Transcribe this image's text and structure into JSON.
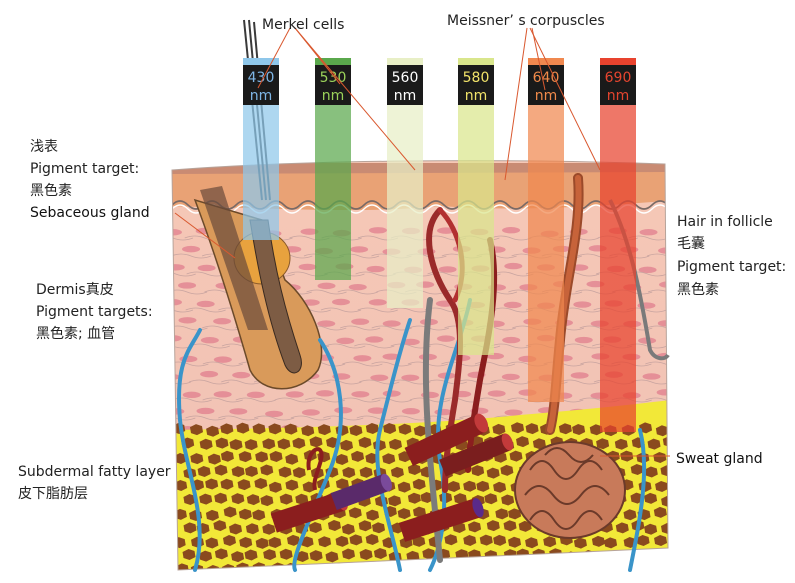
{
  "labels": {
    "merkel_cells": "Merkel cells",
    "meissner_corpuscles": "Meissner’ s corpuscles",
    "epidermis_cn": "浅表",
    "epidermis_pigment_target": "Pigment target:",
    "epidermis_pigment_cn": "黑色素",
    "sebaceous_gland": "Sebaceous gland",
    "dermis": "Dermis真皮",
    "dermis_pigment_targets": "Pigment targets:",
    "dermis_pigment_cn": "黑色素; 血管",
    "subdermal_fatty_layer": "Subdermal fatty layer",
    "subdermal_cn": "皮下脂肪层",
    "hair_in_follicle": "Hair in follicle",
    "hair_follicle_cn": "毛囊",
    "hair_pigment_target": "Pigment target:",
    "hair_pigment_cn": "黑色素",
    "sweat_gland": "Sweat gland"
  },
  "wavelengths": [
    {
      "value": "430",
      "unit": "nm",
      "color": "#8fc7ea",
      "text_color": "#7fb6e6"
    },
    {
      "value": "530",
      "unit": "nm",
      "color": "#5aa84c",
      "text_color": "#9bd25a"
    },
    {
      "value": "560",
      "unit": "nm",
      "color": "#e8efc6",
      "text_color": "#ffffff"
    },
    {
      "value": "580",
      "unit": "nm",
      "color": "#d9e68c",
      "text_color": "#f2e36a"
    },
    {
      "value": "640",
      "unit": "nm",
      "color": "#f0884f",
      "text_color": "#f08a4a"
    },
    {
      "value": "690",
      "unit": "nm",
      "color": "#e8432e",
      "text_color": "#e6452f"
    }
  ],
  "colors": {
    "epidermis": "#e9a275",
    "dermis": "#f3c3b2",
    "fat_yellow": "#f2e838",
    "fat_brown": "#8a4a1e",
    "vein_blue": "#3a94c9",
    "artery_red": "#9a2a2a",
    "label_bg": "#1a1a1a",
    "leader_line": "#d9582f"
  }
}
